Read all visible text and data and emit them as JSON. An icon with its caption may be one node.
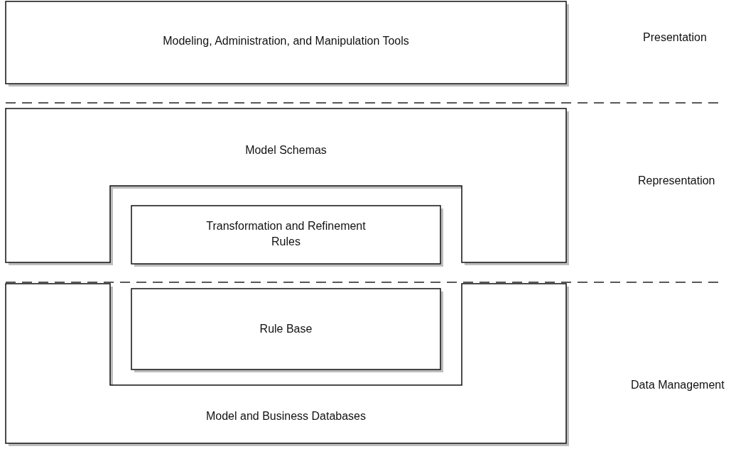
{
  "diagram": {
    "nodes": [
      {
        "text": [
          "Modeling, Administration, and Manipulation Tools"
        ]
      },
      {
        "text": [
          "Model Schemas"
        ]
      },
      {
        "text": [
          "Transformation and Refinement Rules"
        ]
      },
      {
        "text": [
          "Rule Base"
        ]
      },
      {
        "text": [
          "Model and Business Databases"
        ]
      }
    ],
    "labels": [
      "Presentation",
      "Representation",
      "Data Management"
    ]
  }
}
